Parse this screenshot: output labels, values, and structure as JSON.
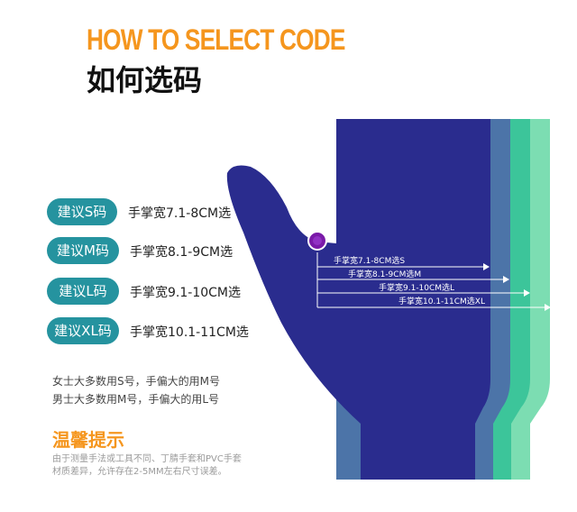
{
  "title_en": "HOW TO SELECT CODE",
  "title_cn": "如何选码",
  "size_rows": [
    {
      "label": "建议S码",
      "desc": "手掌宽7.1-8CM选"
    },
    {
      "label": "建议M码",
      "desc": "手掌宽8.1-9CM选"
    },
    {
      "label": "建议L码",
      "desc": "手掌宽9.1-10CM选"
    },
    {
      "label": "建议XL码",
      "desc": "手掌宽10.1-11CM选"
    }
  ],
  "measure_labels": [
    "手掌宽7.1-8CM选S",
    "手掌宽8.1-9CM选M",
    "手掌宽9.1-10CM选L",
    "手掌宽10.1-11CM选XL"
  ],
  "notes": [
    "女士大多数用S号，手偏大的用M号",
    "男士大多数用M号，手偏大的用L号"
  ],
  "tip": {
    "title": "温馨提示",
    "lines": [
      "由于测量手法或工具不同、丁腈手套和PVC手套",
      "材质差异，允许存在2-5MM左右尺寸误差。"
    ]
  },
  "colors": {
    "orange": "#f5961e",
    "pill_teal": "#25939f",
    "glove_navy": "#2a2c8e",
    "band_slate": "#4c74a8",
    "band_green": "#3cc59a",
    "band_mint": "#7cddb2",
    "marker_purple": "#7a1aa8"
  }
}
